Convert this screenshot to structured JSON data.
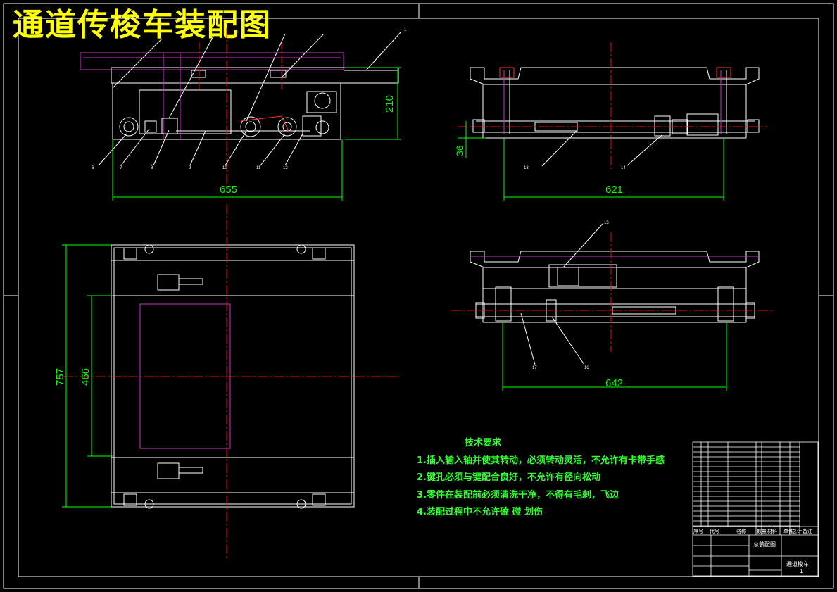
{
  "title": "通道传梭车装配图",
  "dimensions": {
    "front_width": "655",
    "front_height": "210",
    "side_width": "621",
    "side_offset": "36",
    "top_height": "757",
    "top_inner": "466",
    "bottom_width": "642"
  },
  "balloons": {
    "front": [
      "1",
      "6",
      "7",
      "8",
      "9",
      "10",
      "11",
      "12"
    ],
    "side_top": [
      "13",
      "14"
    ],
    "side_bottom": [
      "15",
      "17",
      "16"
    ]
  },
  "notes": {
    "heading": "技术要求",
    "items": [
      "1.插入输入轴并使其转动，必须转动灵活，不允许有卡带手感",
      "2.键孔必须与键配合良好，不允许有径向松动",
      "3.零件在装配前必须清洗干净，不得有毛刺，飞边",
      "4.装配过程中不允许磕 碰 划伤"
    ]
  },
  "title_block": {
    "drawing_name": "总装配图",
    "part_name": "通道梭车",
    "sheet_no": "1",
    "headers": [
      "序号",
      "代号",
      "名称",
      "数量",
      "材料",
      "单件",
      "总计",
      "备注"
    ]
  },
  "colors": {
    "background": "#000000",
    "line": "#ffffff",
    "dimension": "#00ff00",
    "centerline": "#ff0000",
    "hidden": "#cc33cc",
    "title": "#ffff00"
  }
}
